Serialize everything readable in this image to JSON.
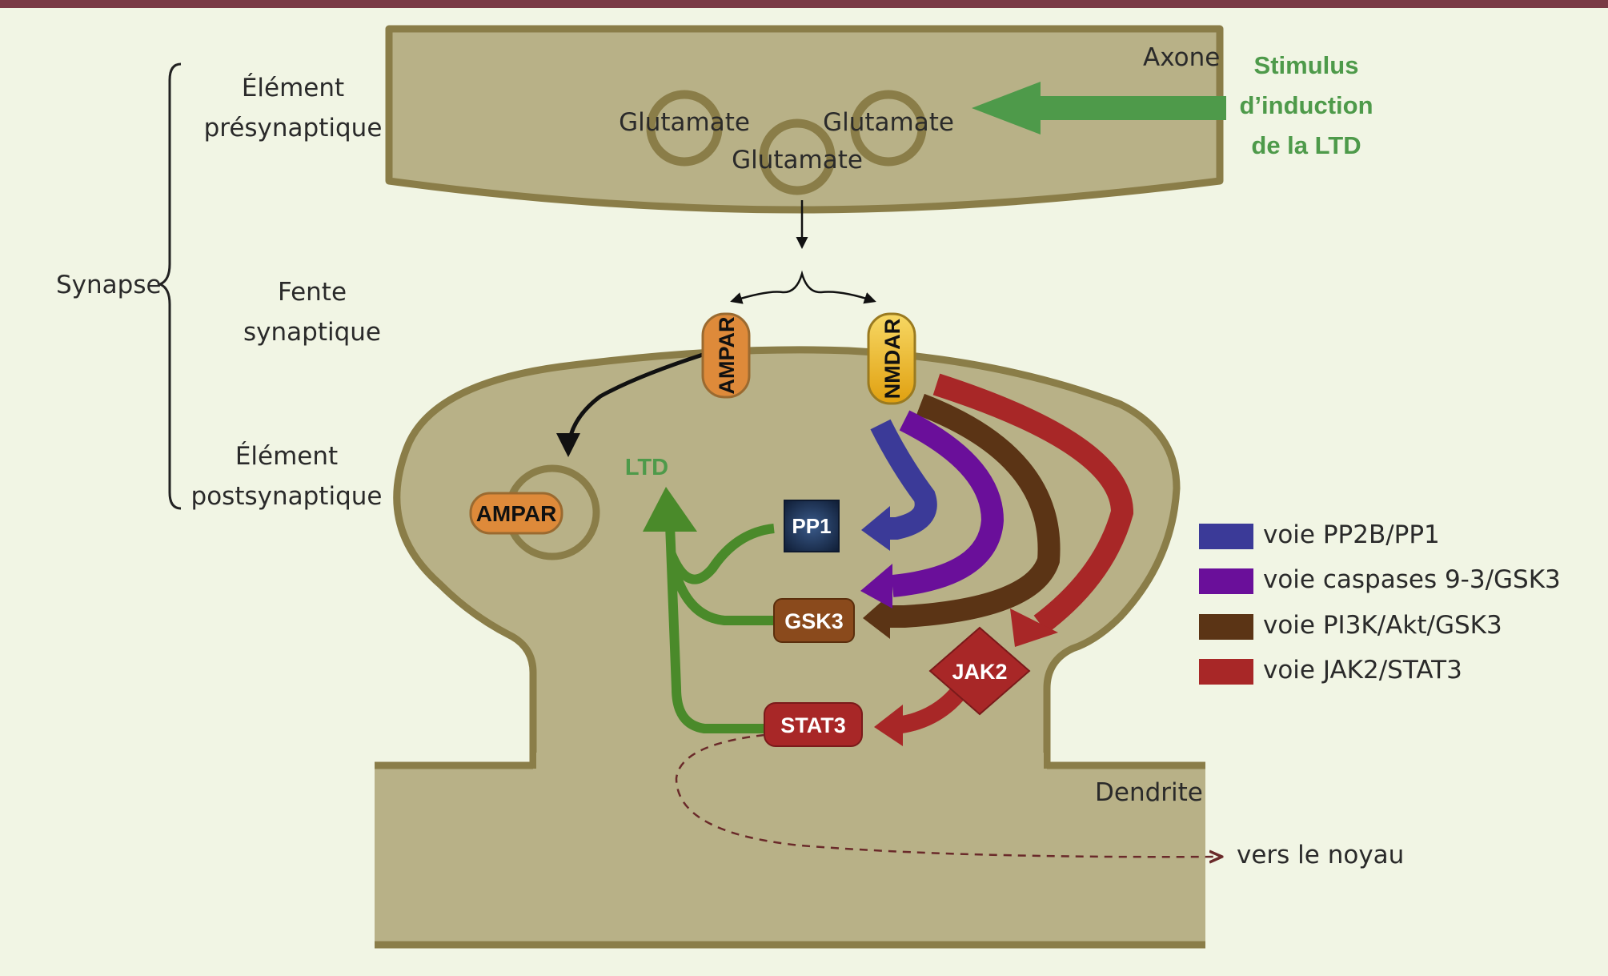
{
  "left_labels": {
    "synapse": "Synapse",
    "pre_line1": "Élément",
    "pre_line2": "présynaptique",
    "cleft_line1": "Fente",
    "cleft_line2": "synaptique",
    "post_line1": "Élément",
    "post_line2": "postsynaptique"
  },
  "axon": {
    "label": "Axone",
    "vesicles": [
      "Glutamate",
      "Glutamate",
      "Glutamate"
    ]
  },
  "stimulus": {
    "line1": "Stimulus",
    "line2": "d’induction",
    "line3": "de la LTD",
    "color": "#4e9a4a"
  },
  "receptors": {
    "ampar": "AMPAR",
    "nmdar": "NMDAR",
    "internalized_ampar": "AMPAR"
  },
  "outcome": {
    "ltd": "LTD"
  },
  "nodes": {
    "pp1": "PP1",
    "gsk3": "GSK3",
    "jak2": "JAK2",
    "stat3": "STAT3"
  },
  "dendrite": {
    "label": "Dendrite",
    "to_nucleus": "vers le noyau"
  },
  "legend": [
    {
      "label": "voie PP2B/PP1",
      "color": "#3b3a98"
    },
    {
      "label": "voie caspases 9-3/GSK3",
      "color": "#6a0f9a"
    },
    {
      "label": "voie PI3K/Akt/GSK3",
      "color": "#5b3415"
    },
    {
      "label": "voie JAK2/STAT3",
      "color": "#a82727"
    }
  ],
  "colors": {
    "top_bar": "#7a3a45",
    "membrane_fill": "#b8b187",
    "membrane_stroke": "#8a7d48",
    "ampar": "#de8a3a",
    "nmdar": "#f2c030",
    "pp1": "#23355a",
    "gsk3": "#8a4a1c",
    "jak2_stat3": "#a82727",
    "ltd_green": "#4e9a4a",
    "arrow_green": "#4a8a2a"
  }
}
